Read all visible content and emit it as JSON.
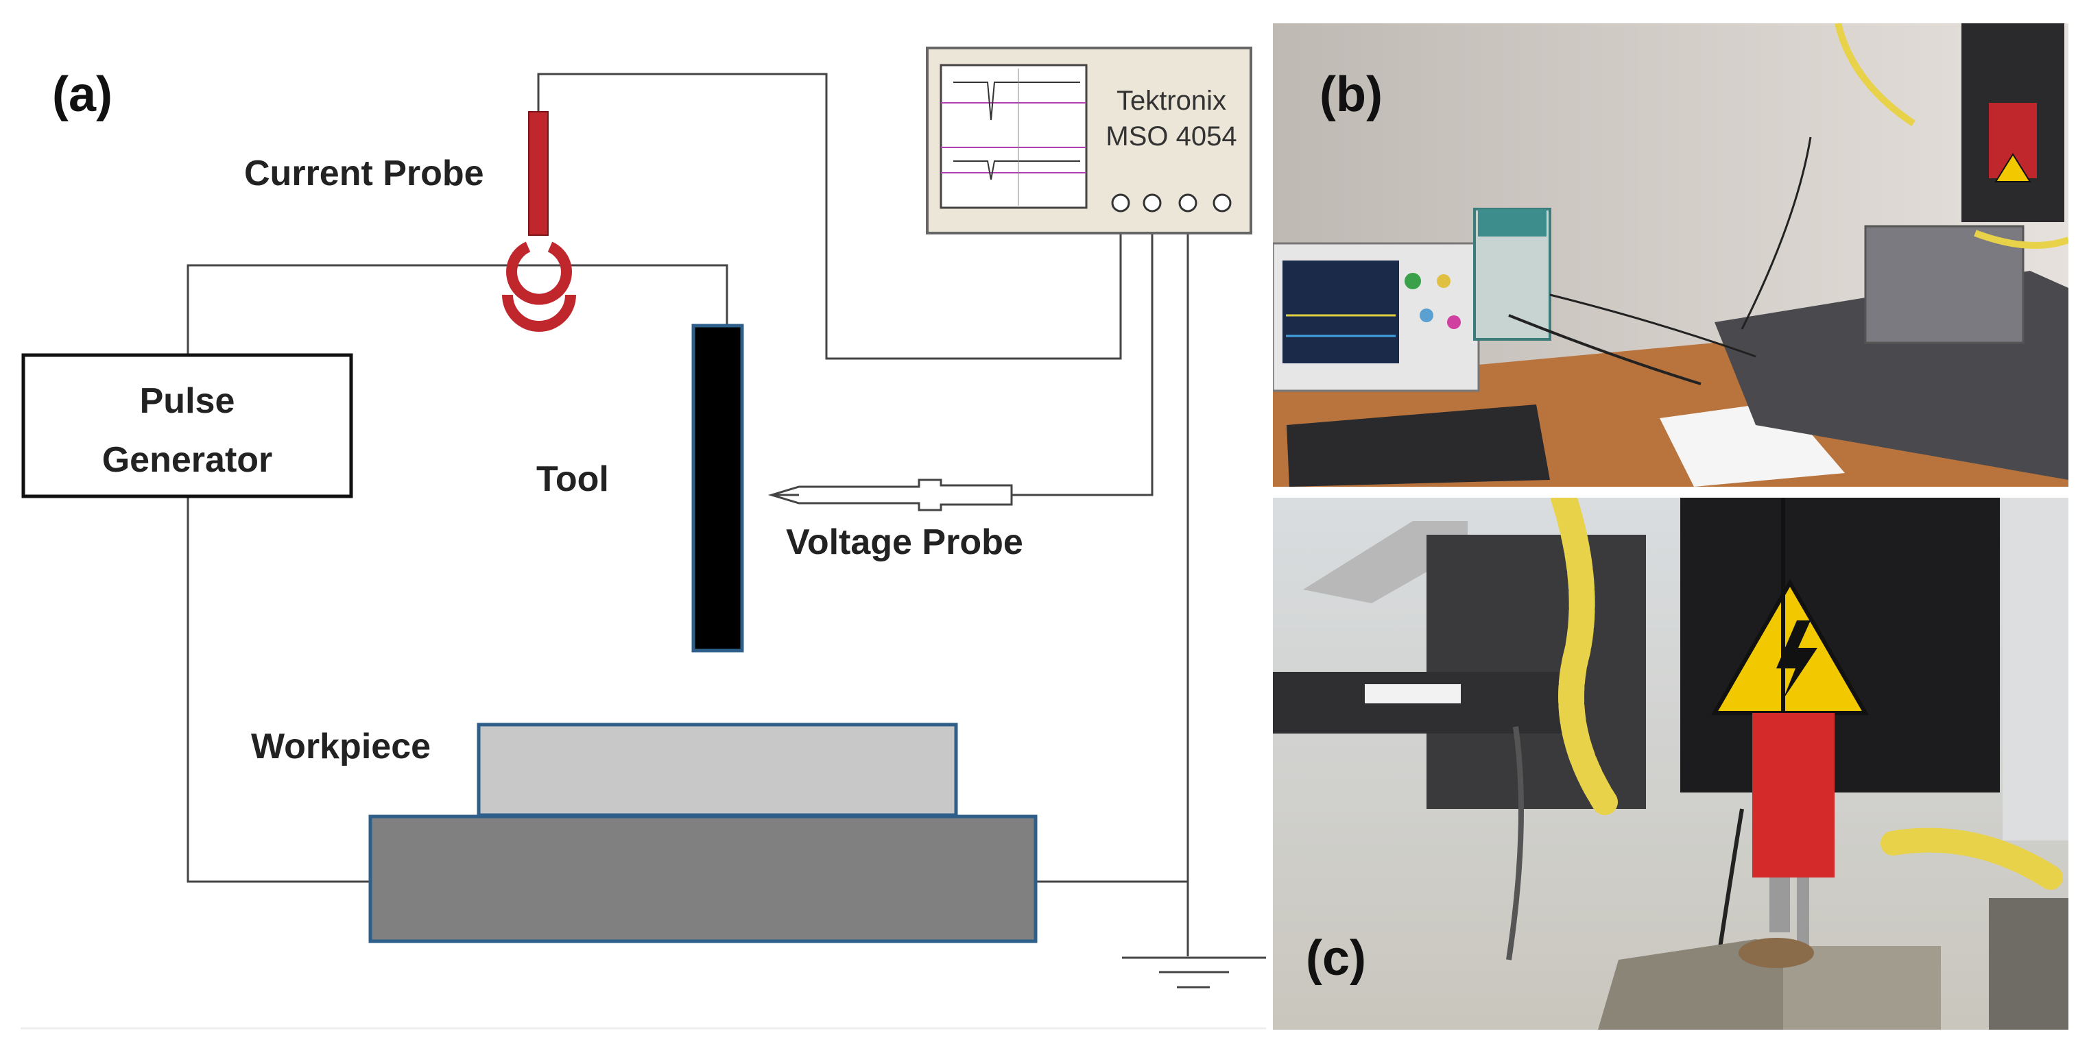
{
  "panels": {
    "a": {
      "label": "(a)"
    },
    "b": {
      "label": "(b)"
    },
    "c": {
      "label": "(c)"
    }
  },
  "schematic": {
    "current_probe": "Current Probe",
    "pulse_generator_line1": "Pulse",
    "pulse_generator_line2": "Generator",
    "tool": "Tool",
    "voltage_probe": "Voltage Probe",
    "workpiece": "Workpiece",
    "oscilloscope_brand": "Tektronix",
    "oscilloscope_model": "MSO 4054"
  },
  "colors": {
    "current_probe": "#c0272d",
    "tool": "#000000",
    "tool_border": "#2e5f8a",
    "workpiece": "#c8c8c8",
    "table": "#808080",
    "table_border": "#2e5f8a",
    "scope_body": "#ebe6d8",
    "screen_trace": "#b040b0"
  },
  "icons": [
    "current-probe-clamp-icon",
    "voltage-probe-icon",
    "oscilloscope-icon",
    "ground-icon"
  ]
}
